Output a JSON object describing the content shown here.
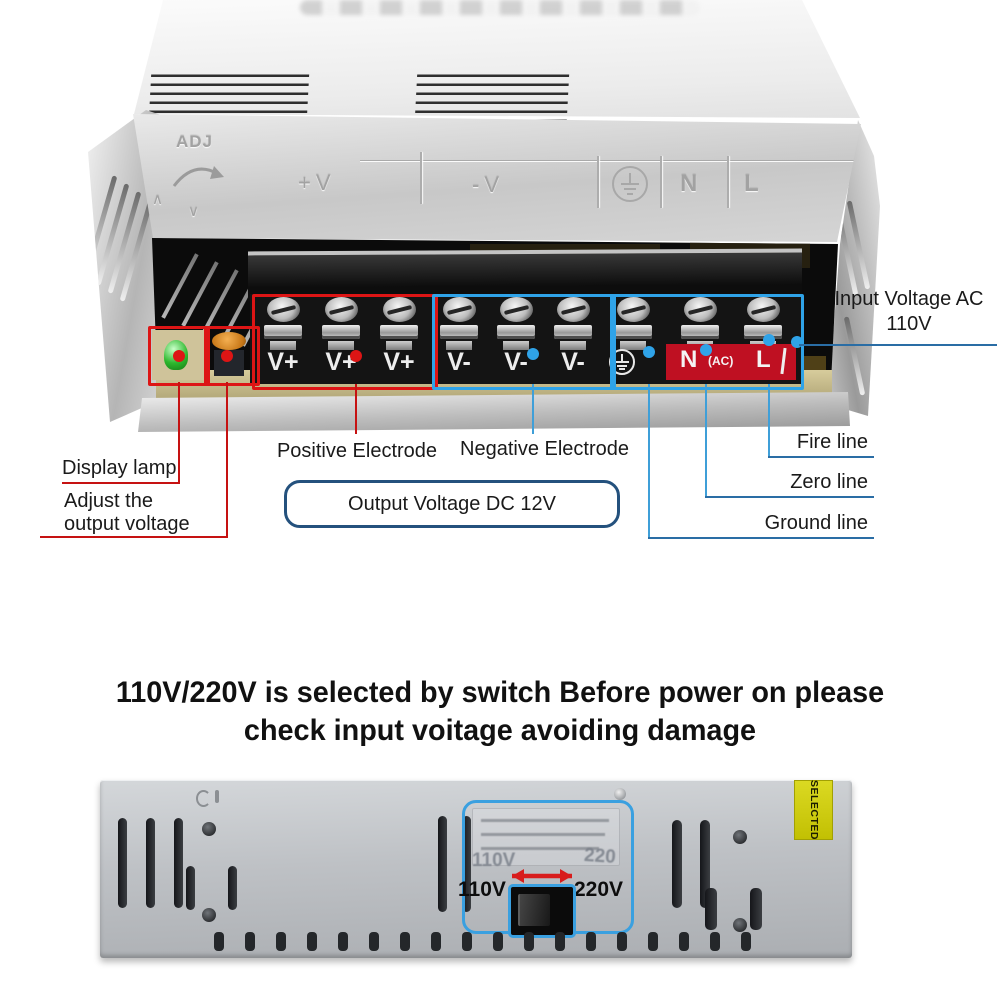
{
  "top_labels": {
    "input_voltage_line1": "Input Voltage AC",
    "input_voltage_line2": "110V",
    "display_lamp": "Display lamp",
    "adjust_line1": "Adjust the",
    "adjust_line2": "output voltage",
    "positive_electrode": "Positive Electrode",
    "negative_electrode": "Negative Electrode",
    "output_voltage": "Output Voltage DC 12V",
    "fire_line": "Fire line",
    "zero_line": "Zero line",
    "ground_line": "Ground line"
  },
  "front_panel": {
    "adj": "ADJ",
    "plus_v": "+V",
    "minus_v": "-V",
    "n": "N",
    "l": "L"
  },
  "terminals": {
    "vplus": "V+",
    "vminus": "V-",
    "n": "N",
    "ac": "(AC)",
    "l": "L"
  },
  "heading": {
    "line1": "110V/220V is selected by switch Before power on please",
    "line2": "check input voitage avoiding damage"
  },
  "bottom_unit": {
    "switch_left": "110V",
    "switch_right": "220V",
    "ghost_left": "110V",
    "ghost_right": "220",
    "sticker": "SELECTED"
  },
  "colors": {
    "annotation_red": "#dd1515",
    "annotation_blue": "#2fa3e8",
    "leader_blue": "#2a6da5",
    "navy_box": "#24517d"
  }
}
